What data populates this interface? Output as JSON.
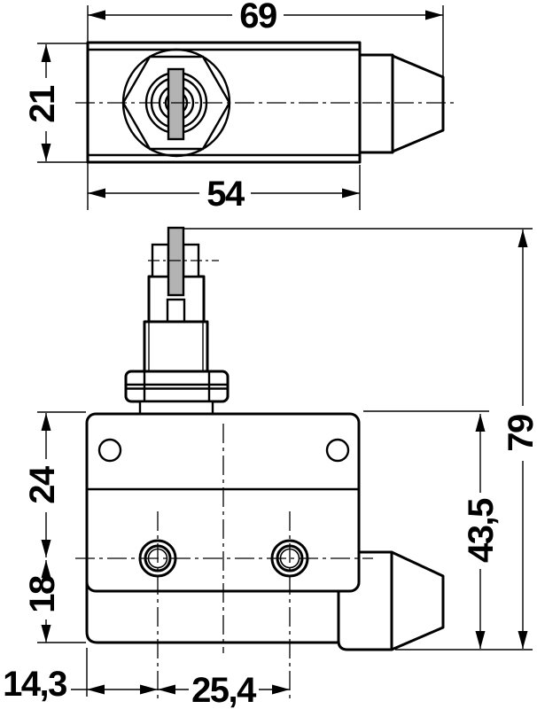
{
  "drawing": {
    "kind": "dimensional-drawing",
    "colors": {
      "line": "#000000",
      "plunger_fill": "#b3b3b3",
      "background": "#ffffff"
    },
    "top_view": {
      "dimensions": {
        "overall_width": "69",
        "height": "21",
        "body_width": "54"
      }
    },
    "front_view": {
      "dimensions": {
        "top_to_hole_axis": "24",
        "hole_axis_to_bottom": "18",
        "edge_to_hole": "14,3",
        "hole_pitch": "25,4",
        "body_height": "43,5",
        "overall_height": "79"
      }
    }
  }
}
